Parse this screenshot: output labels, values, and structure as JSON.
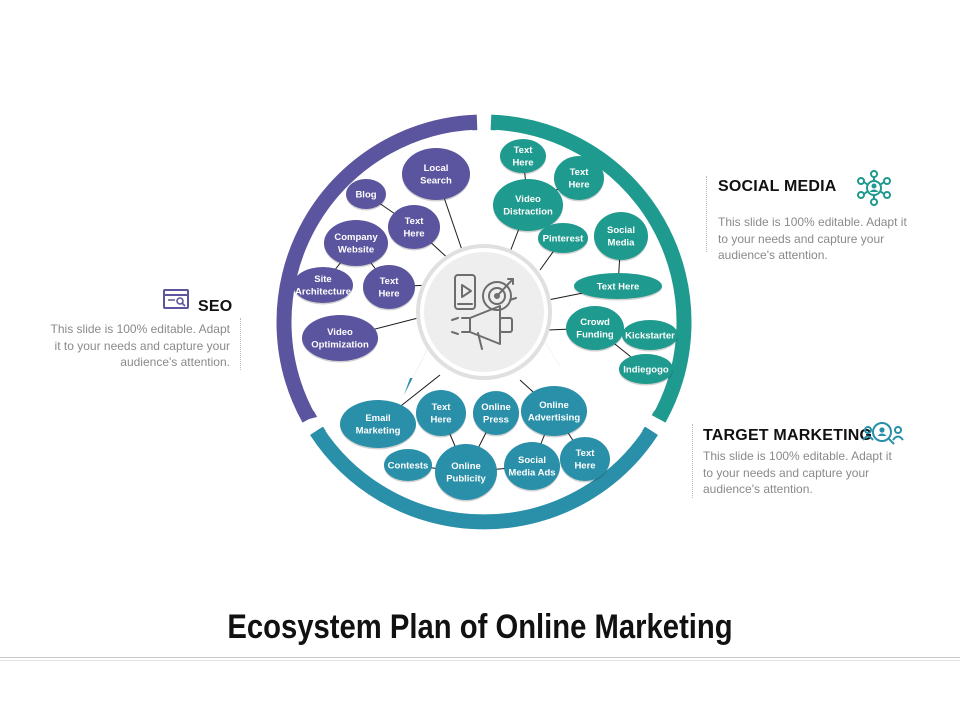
{
  "title": "Ecosystem Plan of Online Marketing",
  "colors": {
    "seo": "#5b549e",
    "social": "#1f9a8e",
    "target": "#2a8fa8",
    "center_fill": "#eeeeee",
    "text_dark": "#111111",
    "text_muted": "#8a8a8a"
  },
  "callouts": {
    "seo": {
      "heading": "SEO",
      "icon": "browser-search-icon",
      "lines": [
        "This slide is 100% editable. Adapt",
        "it to your needs and capture your",
        "audience's attention."
      ]
    },
    "social": {
      "heading": "SOCIAL MEDIA",
      "icon": "social-network-icon",
      "lines": [
        "This slide is 100% editable. Adapt it",
        "to your needs and capture your",
        "audience's attention."
      ]
    },
    "target": {
      "heading": "TARGET MARKETING",
      "icon": "audience-search-icon",
      "lines": [
        "This slide is 100% editable. Adapt it",
        "to your needs and capture your",
        "audience's attention."
      ]
    }
  },
  "center_icon": "digital-marketing-icon",
  "segments": {
    "seo": [
      {
        "id": "local-search",
        "lines": [
          "Local",
          "Search"
        ]
      },
      {
        "id": "blog",
        "lines": [
          "Blog"
        ]
      },
      {
        "id": "seo-text-here-1",
        "lines": [
          "Text",
          "Here"
        ]
      },
      {
        "id": "company-website",
        "lines": [
          "Company",
          "Website"
        ]
      },
      {
        "id": "site-architecture",
        "lines": [
          "Site",
          "Architecture"
        ]
      },
      {
        "id": "seo-text-here-2",
        "lines": [
          "Text",
          "Here"
        ]
      },
      {
        "id": "video-optimization",
        "lines": [
          "Video",
          "Optimization"
        ]
      }
    ],
    "social": [
      {
        "id": "social-text-here-1",
        "lines": [
          "Text",
          "Here"
        ]
      },
      {
        "id": "social-text-here-2",
        "lines": [
          "Text",
          "Here"
        ]
      },
      {
        "id": "video-distraction",
        "lines": [
          "Video",
          "Distraction"
        ]
      },
      {
        "id": "pinterest",
        "lines": [
          "Pinterest"
        ]
      },
      {
        "id": "social-media",
        "lines": [
          "Social",
          "Media"
        ]
      },
      {
        "id": "social-text-here-3",
        "lines": [
          "Text Here"
        ]
      },
      {
        "id": "crowd-funding",
        "lines": [
          "Crowd",
          "Funding"
        ]
      },
      {
        "id": "kickstarter",
        "lines": [
          "Kickstarter"
        ]
      },
      {
        "id": "indiegogo",
        "lines": [
          "Indiegogo"
        ]
      }
    ],
    "target": [
      {
        "id": "email-marketing",
        "lines": [
          "Email",
          "Marketing"
        ]
      },
      {
        "id": "target-text-here-1",
        "lines": [
          "Text",
          "Here"
        ]
      },
      {
        "id": "online-press",
        "lines": [
          "Online",
          "Press"
        ]
      },
      {
        "id": "online-advertising",
        "lines": [
          "Online",
          "Advertising"
        ]
      },
      {
        "id": "contests",
        "lines": [
          "Contests"
        ]
      },
      {
        "id": "online-publicity",
        "lines": [
          "Online",
          "Publicity"
        ]
      },
      {
        "id": "social-media-ads",
        "lines": [
          "Social",
          "Media Ads"
        ]
      },
      {
        "id": "target-text-here-2",
        "lines": [
          "Text",
          "Here"
        ]
      }
    ]
  }
}
